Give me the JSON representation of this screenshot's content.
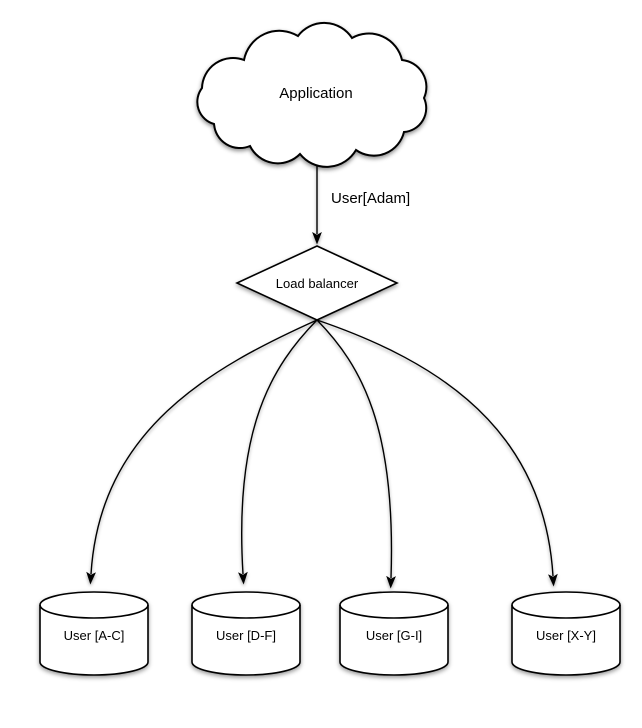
{
  "canvas": {
    "background": "#ffffff",
    "shape_fill": "#ffffff",
    "stroke_color": "#000000",
    "shadow_color": "rgba(0,0,0,0.4)"
  },
  "nodes": {
    "application": {
      "label": "Application",
      "shape": "cloud"
    },
    "load_balancer": {
      "label": "Load balancer",
      "shape": "diamond"
    },
    "shard_ac": {
      "label": "User [A-C]",
      "shape": "cylinder"
    },
    "shard_df": {
      "label": "User [D-F]",
      "shape": "cylinder"
    },
    "shard_gi": {
      "label": "User [G-I]",
      "shape": "cylinder"
    },
    "shard_xy": {
      "label": "User [X-Y]",
      "shape": "cylinder"
    }
  },
  "edges": {
    "app_to_lb": {
      "label": "User[Adam]",
      "from": "application",
      "to": "load_balancer"
    },
    "lb_to_ac": {
      "label": "",
      "from": "load_balancer",
      "to": "shard_ac"
    },
    "lb_to_df": {
      "label": "",
      "from": "load_balancer",
      "to": "shard_df"
    },
    "lb_to_gi": {
      "label": "",
      "from": "load_balancer",
      "to": "shard_gi"
    },
    "lb_to_xy": {
      "label": "",
      "from": "load_balancer",
      "to": "shard_xy"
    }
  }
}
